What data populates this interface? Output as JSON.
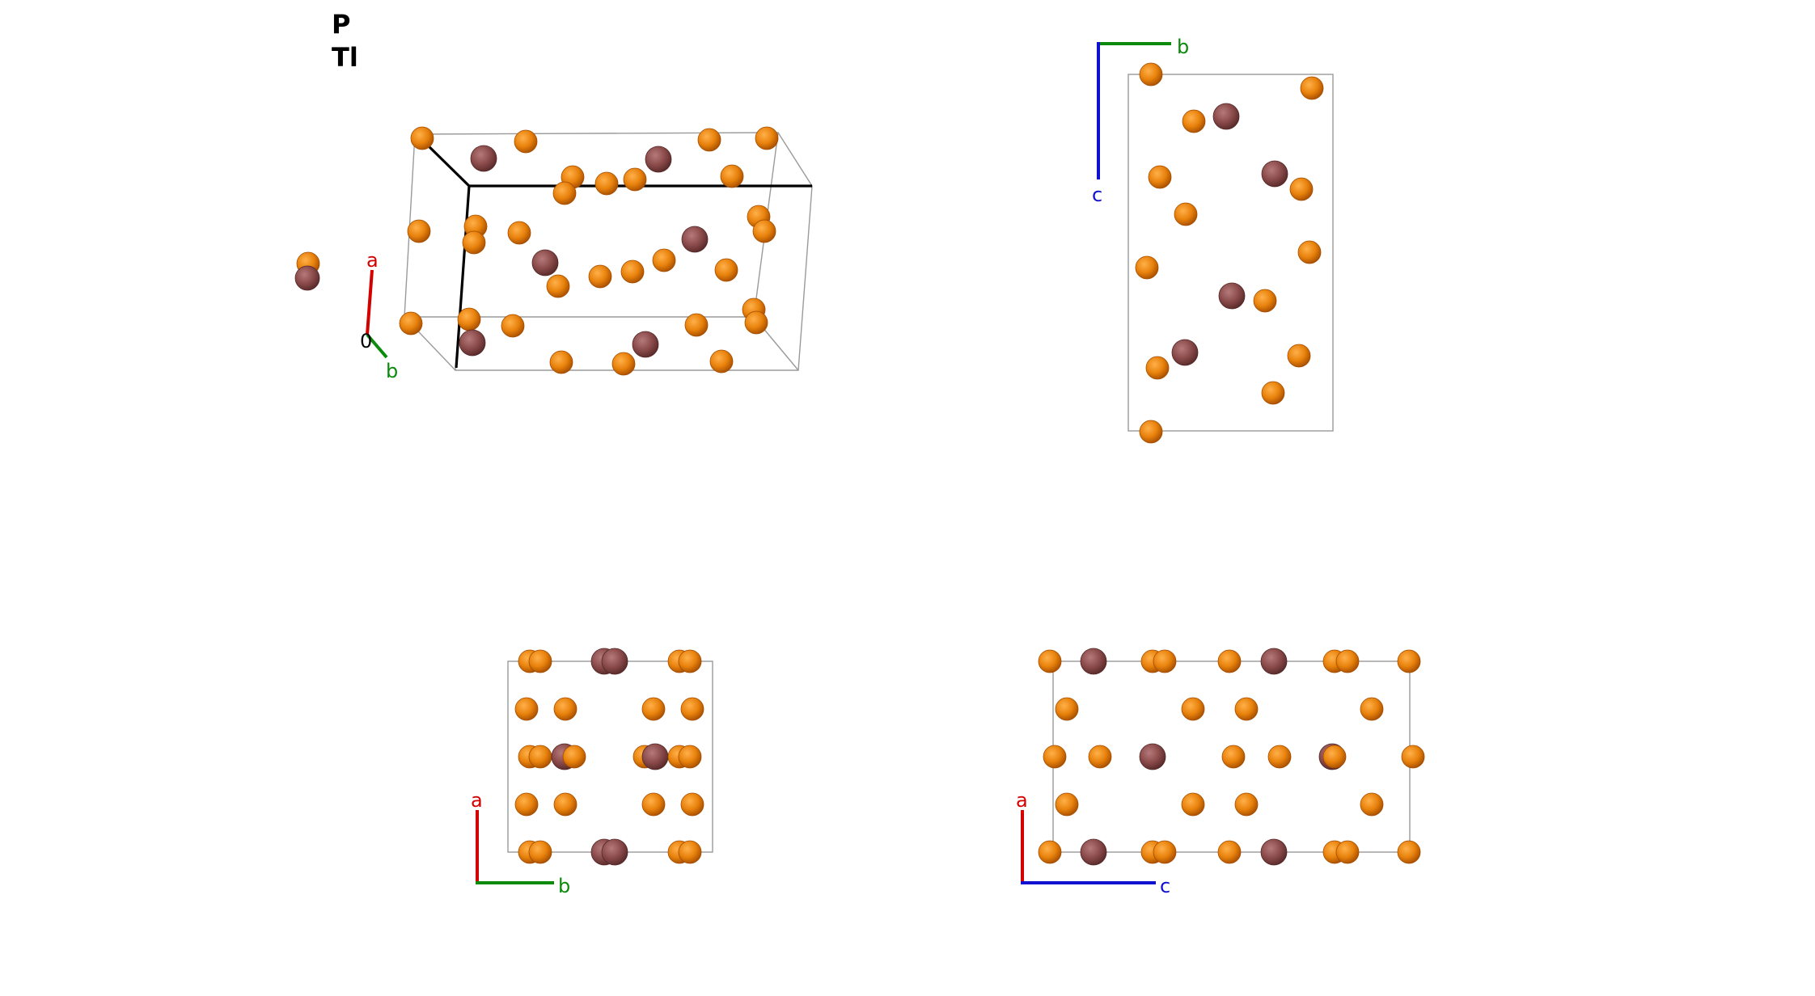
{
  "legend": [
    {
      "symbol": "P",
      "color": "#e8820c"
    },
    {
      "symbol": "Tl",
      "color": "#8a4a4a"
    }
  ],
  "axis_colors": {
    "a": "#d40000",
    "b": "#0b8a0b",
    "c": "#1010d0",
    "origin": "#000000"
  },
  "colors": {
    "cell": "#9a9a9a",
    "emphasis": "#000000",
    "P_light": "#ffb04a",
    "P_main": "#e8820c",
    "P_dark": "#a44c00",
    "Tl_light": "#b67a7a",
    "Tl_main": "#8a4a4a",
    "Tl_dark": "#552828"
  },
  "views": {
    "perspective": {
      "axes": {
        "a": "a",
        "b": "b",
        "origin": "0"
      }
    },
    "along_a": {
      "axes": {
        "b": "b",
        "c": "c"
      }
    },
    "along_c": {
      "axes": {
        "a": "a",
        "b": "b"
      }
    },
    "along_b": {
      "axes": {
        "a": "a",
        "c": "c"
      }
    }
  }
}
